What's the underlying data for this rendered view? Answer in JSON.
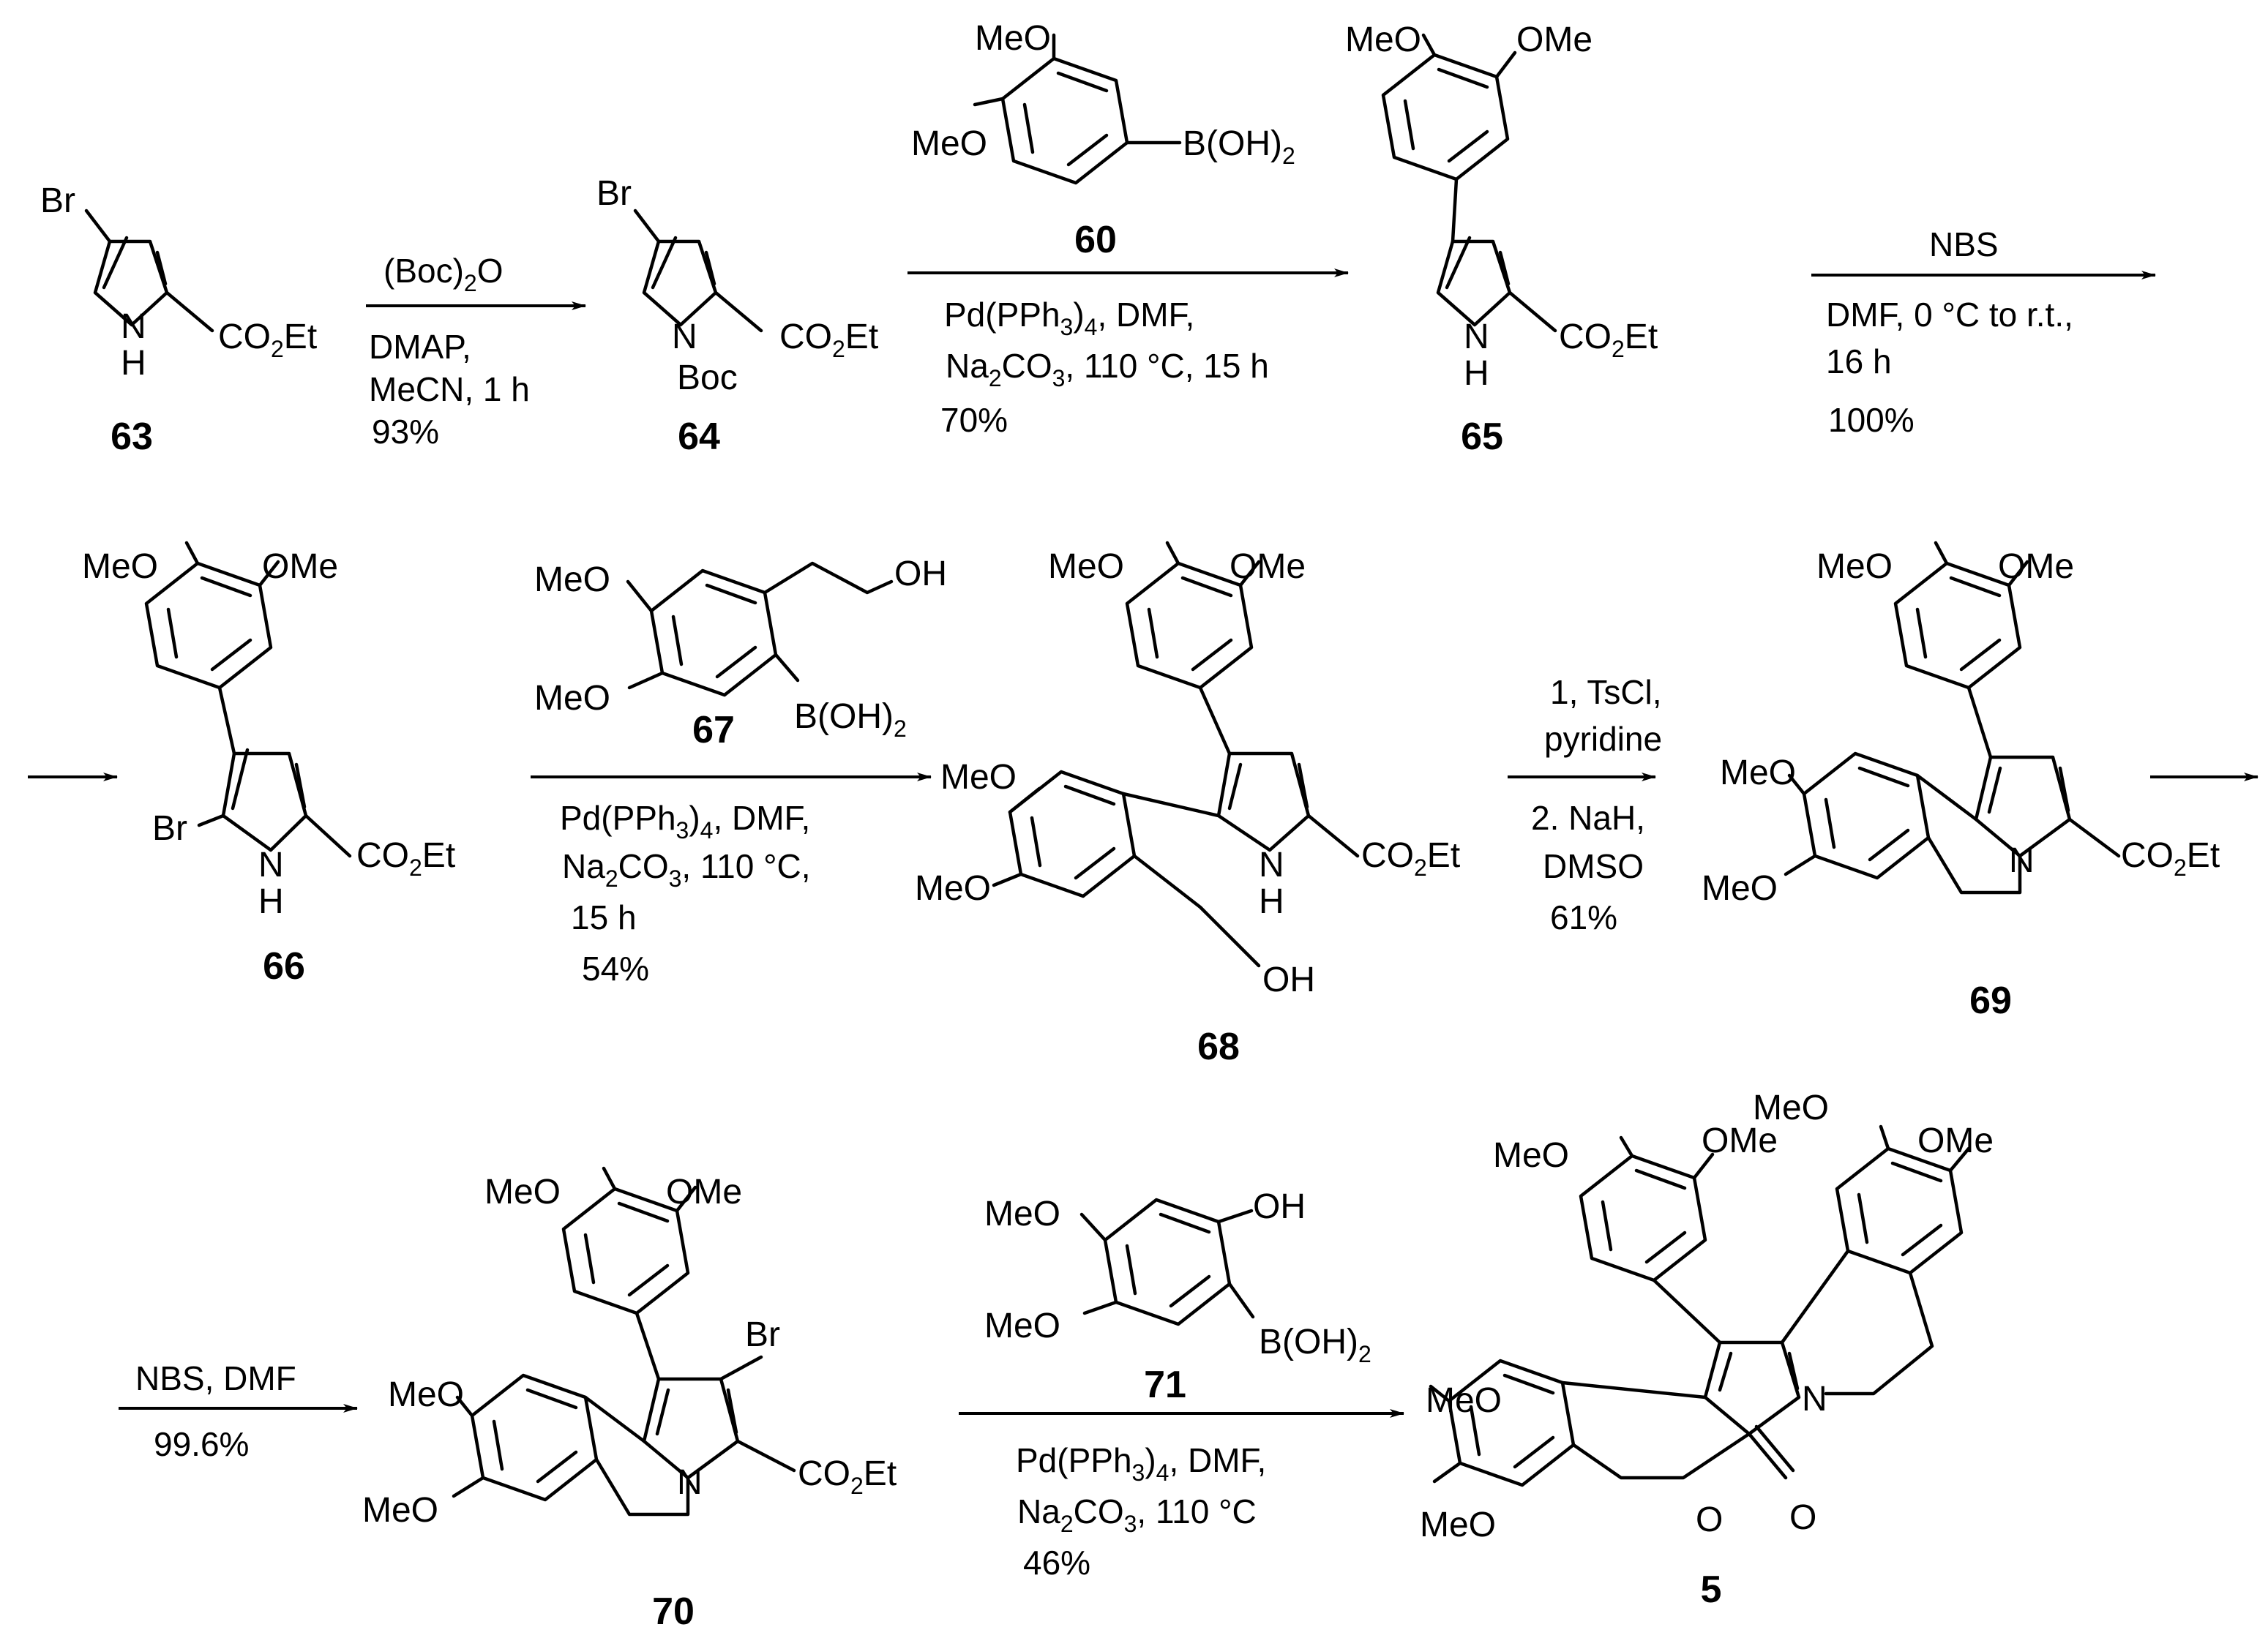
{
  "compounds": {
    "c63": {
      "number": "63",
      "atoms": {
        "br": "Br",
        "nh_n": "N",
        "nh_h": "H",
        "ester": "CO2Et"
      }
    },
    "c64": {
      "number": "64",
      "atoms": {
        "br": "Br",
        "n": "N",
        "boc": "Boc",
        "ester": "CO2Et"
      }
    },
    "c60": {
      "number": "60",
      "atoms": {
        "ome1": "MeO",
        "ome2": "MeO",
        "boronic": "B(OH)2"
      }
    },
    "c65": {
      "number": "65",
      "atoms": {
        "ome1": "MeO",
        "ome2": "OMe",
        "nh_n": "N",
        "nh_h": "H",
        "ester": "CO2Et"
      }
    },
    "c66": {
      "number": "66",
      "atoms": {
        "ome1": "MeO",
        "ome2": "OMe",
        "br": "Br",
        "nh_n": "N",
        "nh_h": "H",
        "ester": "CO2Et"
      }
    },
    "c67": {
      "number": "67",
      "atoms": {
        "ome1": "MeO",
        "ome2": "MeO",
        "oh": "OH",
        "boronic": "B(OH)2"
      }
    },
    "c68": {
      "number": "68",
      "atoms": {
        "ome1": "MeO",
        "ome2": "OMe",
        "ome3": "MeO",
        "ome4": "MeO",
        "nh_n": "N",
        "nh_h": "H",
        "ester": "CO2Et",
        "oh": "OH"
      }
    },
    "c69": {
      "number": "69",
      "atoms": {
        "ome1": "MeO",
        "ome2": "OMe",
        "ome3": "MeO",
        "ome4": "MeO",
        "n": "N",
        "ester": "CO2Et"
      }
    },
    "c70": {
      "number": "70",
      "atoms": {
        "ome1": "MeO",
        "ome2": "OMe",
        "ome3": "MeO",
        "ome4": "MeO",
        "br": "Br",
        "n": "N",
        "ester": "CO2Et"
      }
    },
    "c71": {
      "number": "71",
      "atoms": {
        "ome1": "MeO",
        "ome2": "MeO",
        "oh": "OH",
        "boronic": "B(OH)2"
      }
    },
    "c5": {
      "number": "5",
      "atoms": {
        "ome1": "MeO",
        "ome2": "OMe",
        "ome3": "MeO",
        "ome4": "OMe",
        "ome5": "MeO",
        "ome6": "MeO",
        "n": "N",
        "o_ring": "O",
        "o_carbonyl": "O"
      }
    }
  },
  "steps": {
    "s1": {
      "reagent": "(Boc)2O",
      "lines": [
        "DMAP,",
        "MeCN, 1 h",
        "93%"
      ]
    },
    "s2": {
      "lines": [
        "Pd(PPh3)4, DMF,",
        "Na2CO3, 110 °C, 15 h",
        "70%"
      ]
    },
    "s3": {
      "reagent": "NBS",
      "lines": [
        "DMF,  0 °C to r.t.,",
        "16 h",
        "100%"
      ]
    },
    "s4": {
      "lines": [
        "Pd(PPh3)4, DMF,",
        "Na2CO3, 110 °C,",
        "15 h",
        "54%"
      ]
    },
    "s5": {
      "lines": [
        "1, TsCl,",
        "pyridine",
        "2. NaH,",
        "DMSO",
        "61%"
      ]
    },
    "s6": {
      "lines": [
        "NBS, DMF",
        "99.6%"
      ]
    },
    "s7": {
      "lines": [
        "Pd(PPh3)4, DMF,",
        "Na2CO3, 110 °C",
        "46%"
      ]
    }
  }
}
